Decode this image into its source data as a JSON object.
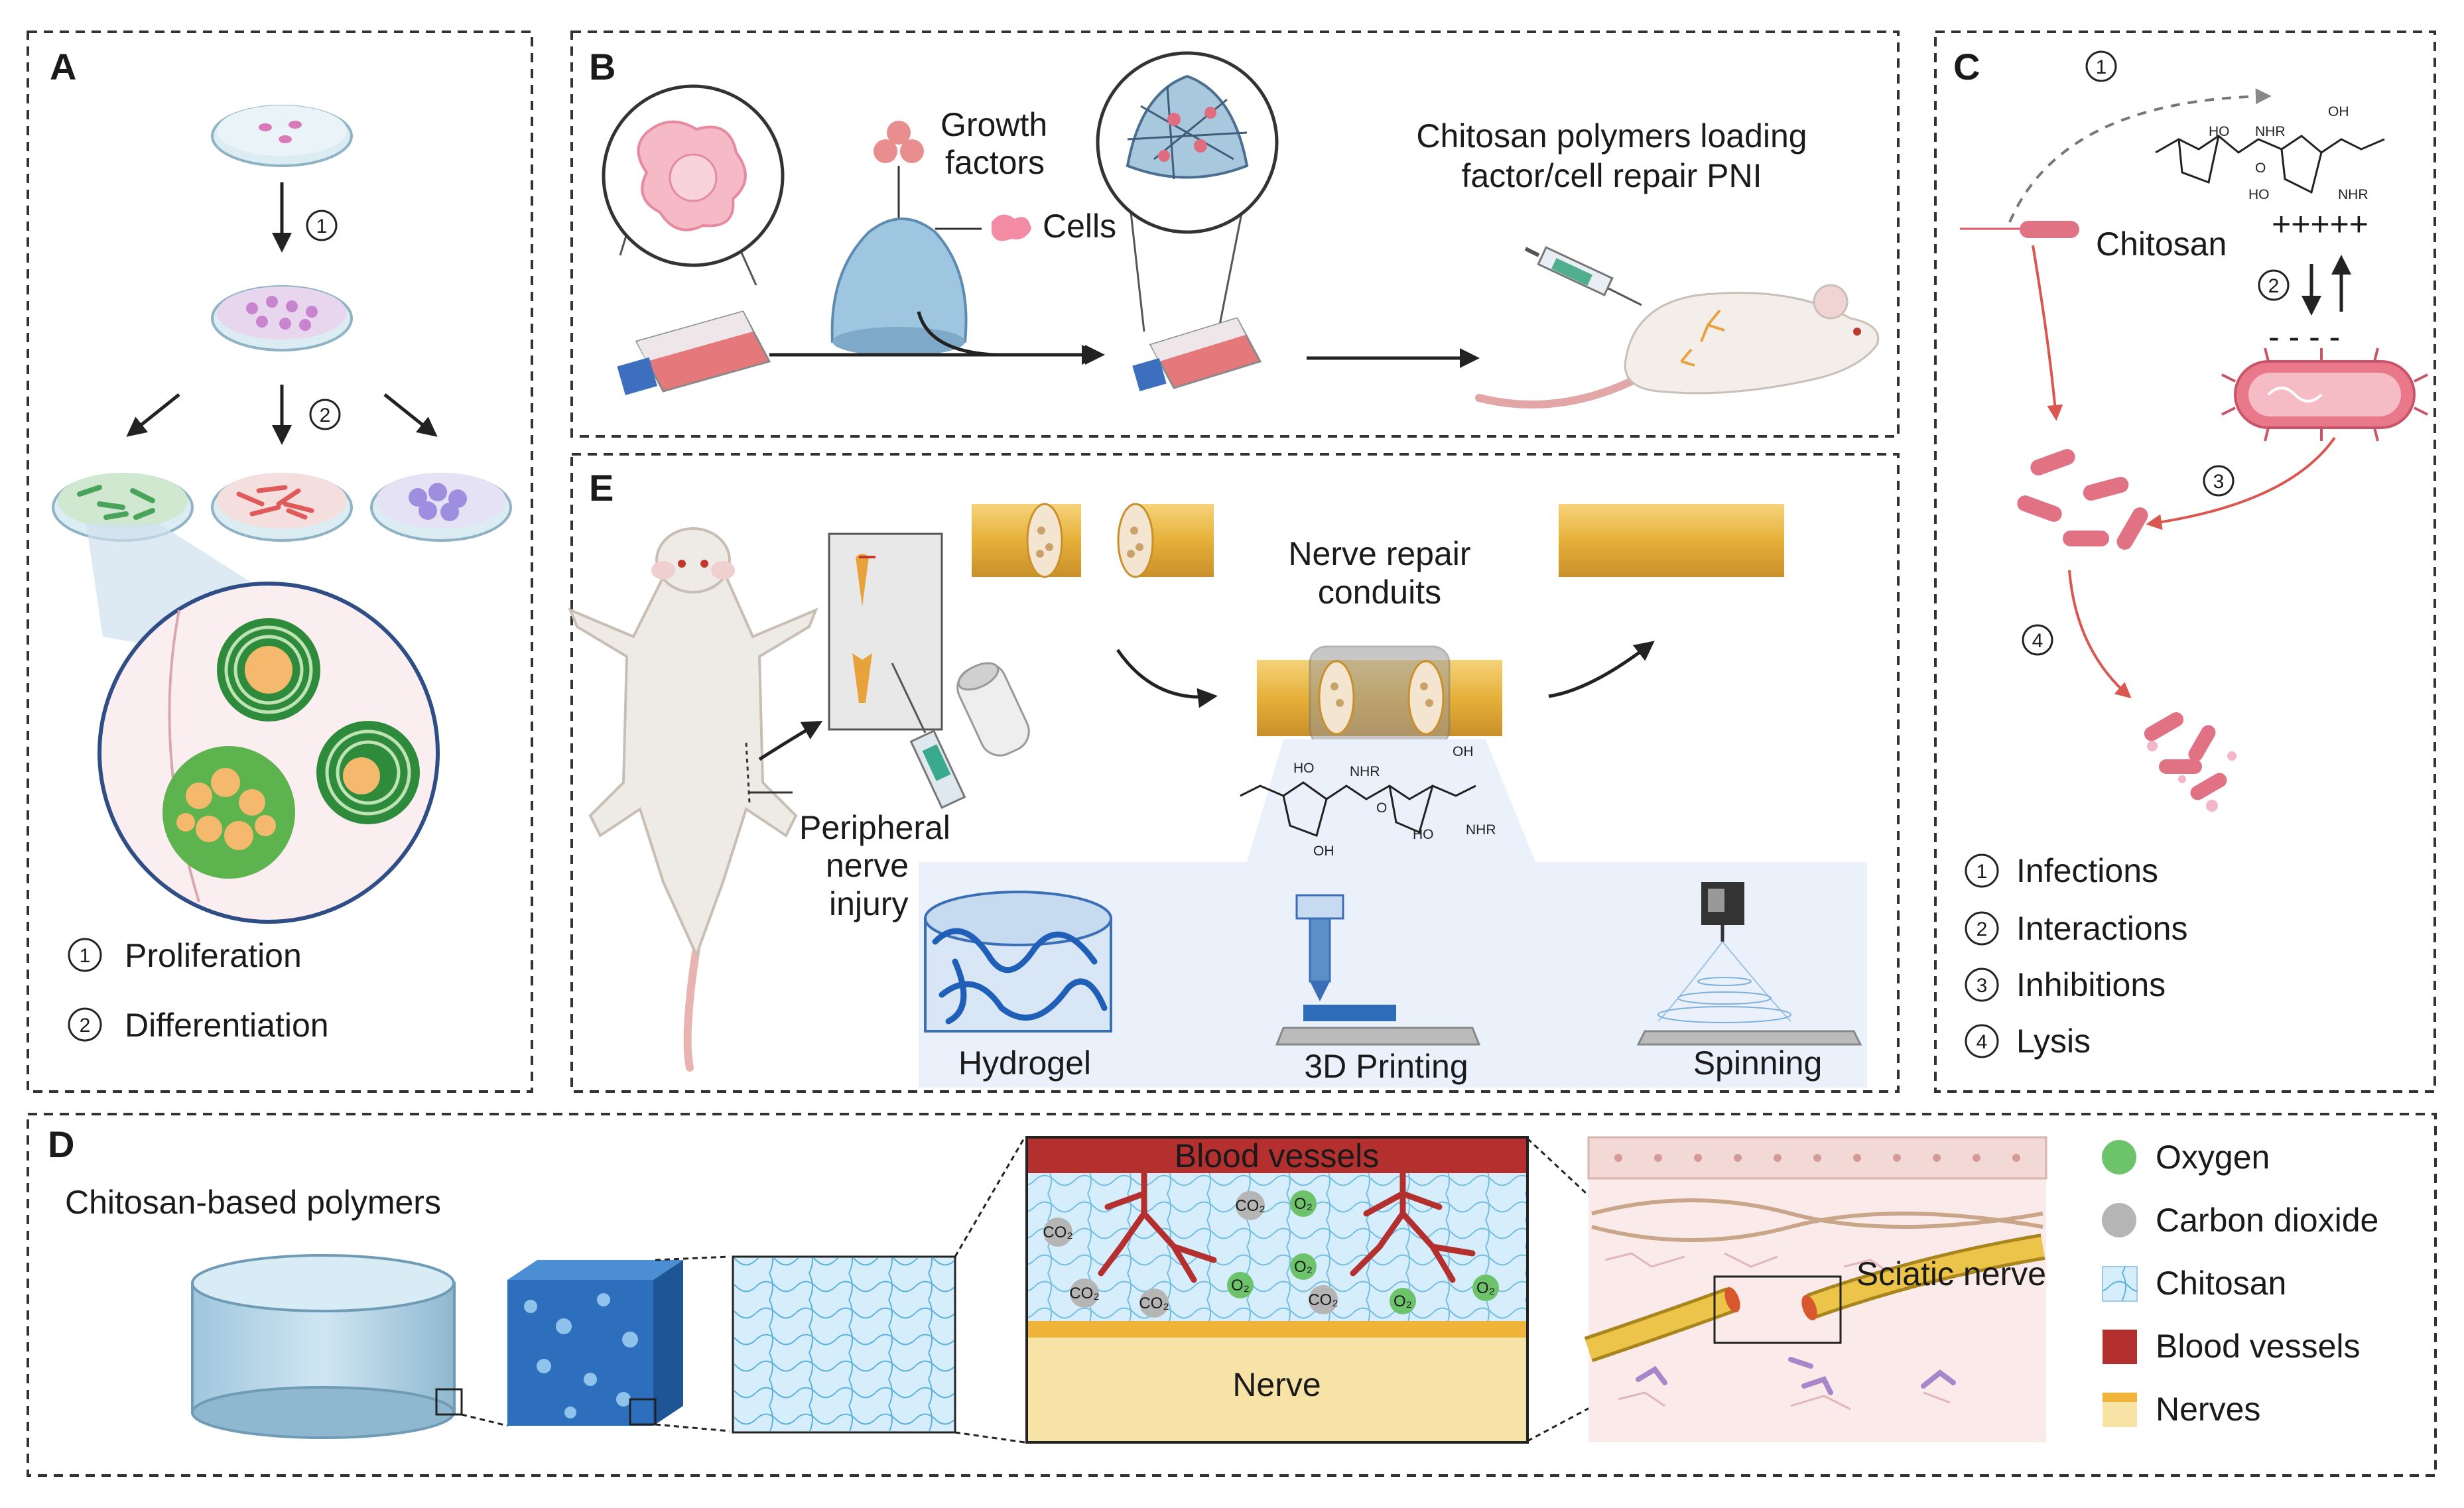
{
  "panels": {
    "a": {
      "label": "A",
      "step_1": "1",
      "step_2": "2",
      "legend": [
        {
          "num": "1",
          "text": "Proliferation"
        },
        {
          "num": "2",
          "text": "Differentiation"
        }
      ]
    },
    "b": {
      "label": "B",
      "growth_factors_line1": "Growth",
      "growth_factors_line2": "factors",
      "cells": "Cells",
      "title_line1": "Chitosan polymers loading",
      "title_line2": "factor/cell repair PNI"
    },
    "c": {
      "label": "C",
      "chitosan": "Chitosan",
      "plus_charges": "+++++",
      "minus_charges": "- - - -",
      "step_1": "1",
      "step_2": "2",
      "step_3": "3",
      "step_4": "4",
      "legend": [
        {
          "num": "1",
          "text": "Infections"
        },
        {
          "num": "2",
          "text": "Interactions"
        },
        {
          "num": "3",
          "text": "Inhibitions"
        },
        {
          "num": "4",
          "text": "Lysis"
        }
      ]
    },
    "d": {
      "label": "D",
      "title": "Chitosan-based polymers",
      "blood_vessels": "Blood vessels",
      "nerve": "Nerve",
      "sciatic_nerve": "Sciatic nerve",
      "co2_label": "CO₂",
      "o2_label": "O₂",
      "legend": [
        {
          "key": "oxygen",
          "text": "Oxygen",
          "color": "#6cc36a"
        },
        {
          "key": "carbon_dioxide",
          "text": "Carbon dioxide",
          "color": "#b5b5b5"
        },
        {
          "key": "chitosan",
          "text": "Chitosan",
          "color": "#bfe3f5"
        },
        {
          "key": "blood_vessels",
          "text": "Blood vessels",
          "color": "#b3302f"
        },
        {
          "key": "nerves",
          "text": "Nerves",
          "color": "#f0b43a"
        }
      ]
    },
    "e": {
      "label": "E",
      "conduit_line1": "Nerve repair",
      "conduit_line2": "conduits",
      "injury_line1": "Peripheral",
      "injury_line2": "nerve",
      "injury_line3": "injury",
      "methods": [
        "Hydrogel",
        "3D Printing",
        "Spinning"
      ]
    }
  },
  "chem_labels": {
    "ho": "HO",
    "oh": "OH",
    "nhr": "NHR",
    "o": "O"
  }
}
